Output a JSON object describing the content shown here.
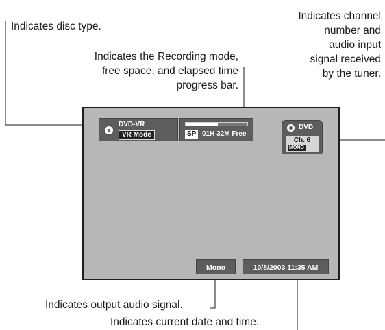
{
  "callouts": {
    "disc_type": "Indicates disc type.",
    "recording_line1": "Indicates the Recording mode,",
    "recording_line2": "free space, and elapsed time",
    "recording_line3": "progress bar.",
    "channel_line1": "Indicates channel",
    "channel_line2": "number and",
    "channel_line3": "audio input",
    "channel_line4": "signal received",
    "channel_line5": "by the tuner.",
    "output_audio": "Indicates output audio signal.",
    "date_time": "Indicates current date and time."
  },
  "screen": {
    "disc_panel": {
      "disc_type": "DVD-VR",
      "mode": "VR Mode"
    },
    "recording_panel": {
      "progress": 0.52,
      "rec_mode": "SP",
      "free_space": "01H 32M Free"
    },
    "channel_panel": {
      "source": "DVD",
      "channel": "Ch. 6",
      "audio_input": "MONO"
    },
    "audio_output": "Mono",
    "datetime": "10/8/2003 11:35 AM"
  },
  "icons": [
    "disc-icon",
    "dvd-disc-icon"
  ],
  "colors": {
    "screen_bg": "#b7b7b7",
    "panel_bg": "#5d5d5d",
    "leader_line": "#1a1a1a"
  }
}
